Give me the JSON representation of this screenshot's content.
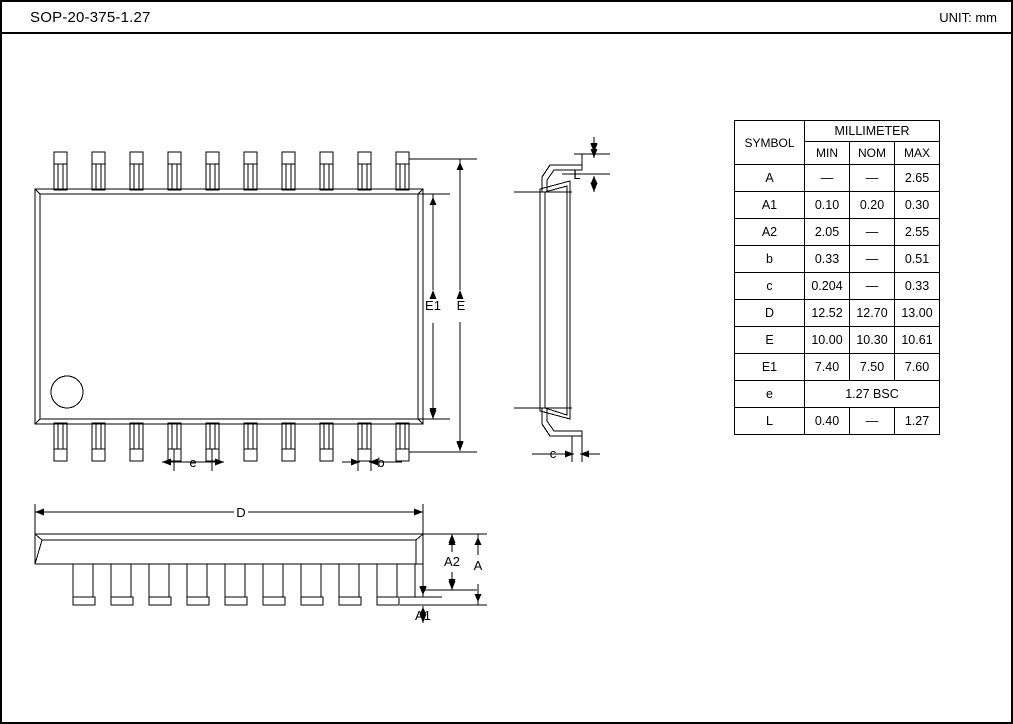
{
  "header": {
    "title": "SOP-20-375-1.27",
    "unit": "UNIT: mm"
  },
  "table": {
    "symbol_header": "SYMBOL",
    "units_header": "MILLIMETER",
    "columns": [
      "MIN",
      "NOM",
      "MAX"
    ],
    "rows": [
      {
        "symbol": "A",
        "min": "—",
        "nom": "—",
        "max": "2.65"
      },
      {
        "symbol": "A1",
        "min": "0.10",
        "nom": "0.20",
        "max": "0.30"
      },
      {
        "symbol": "A2",
        "min": "2.05",
        "nom": "—",
        "max": "2.55"
      },
      {
        "symbol": "b",
        "min": "0.33",
        "nom": "—",
        "max": "0.51"
      },
      {
        "symbol": "c",
        "min": "0.204",
        "nom": "—",
        "max": "0.33"
      },
      {
        "symbol": "D",
        "min": "12.52",
        "nom": "12.70",
        "max": "13.00"
      },
      {
        "symbol": "E",
        "min": "10.00",
        "nom": "10.30",
        "max": "10.61"
      },
      {
        "symbol": "E1",
        "min": "7.40",
        "nom": "7.50",
        "max": "7.60"
      },
      {
        "symbol": "e",
        "span": "1.27 BSC"
      },
      {
        "symbol": "L",
        "min": "0.40",
        "nom": "—",
        "max": "1.27"
      }
    ]
  },
  "drawing": {
    "top_view": {
      "dim_E": "E",
      "dim_E1": "E1",
      "dim_e": "e",
      "dim_b": "b",
      "pin_count": 10
    },
    "side_view": {
      "dim_L": "L",
      "dim_c": "c"
    },
    "front_view": {
      "dim_D": "D",
      "dim_A": "A",
      "dim_A1": "A1",
      "dim_A2": "A2",
      "pin_count": 10
    }
  }
}
